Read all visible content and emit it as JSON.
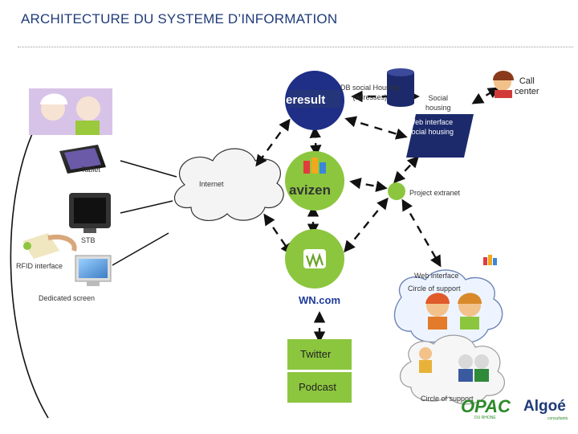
{
  "title": "ARCHITECTURE DU SYSTEME D’INFORMATION",
  "labels": {
    "db_social_housing": "DB social Housing",
    "db_adresses": "(adresses)",
    "social_housing_1": "Social",
    "social_housing_2": "housing",
    "web_interface_1": "Web interface",
    "web_interface_2": "social housing",
    "call_center_1": "Call",
    "call_center_2": "center",
    "tablet": "Tablet",
    "internet": "Internet",
    "project_extranet": "Project extranet",
    "stb": "STB",
    "rfid_interface": "RFID interface",
    "dedicated_screen": "Dedicated screen",
    "wn_com": "WN.com",
    "web_interface_support": "Web interface",
    "circle_of_support_top": "Circle of support",
    "circle_of_support_bottom": "Circle of support",
    "twitter": "Twitter",
    "podcast": "Podcast",
    "eresult": "eresult",
    "avizen": "avizen",
    "logo_opac": "OPAC",
    "logo_opac_sub": "DU RHONE",
    "logo_algoe": "Algoé",
    "logo_algoe_sub": "consultants"
  },
  "colors": {
    "title": "#1f3b7a",
    "green_node": "#8cc63f",
    "blue_node": "#1f2e86",
    "navy_node": "#1c2a6b",
    "dashed_line": "#111111"
  }
}
